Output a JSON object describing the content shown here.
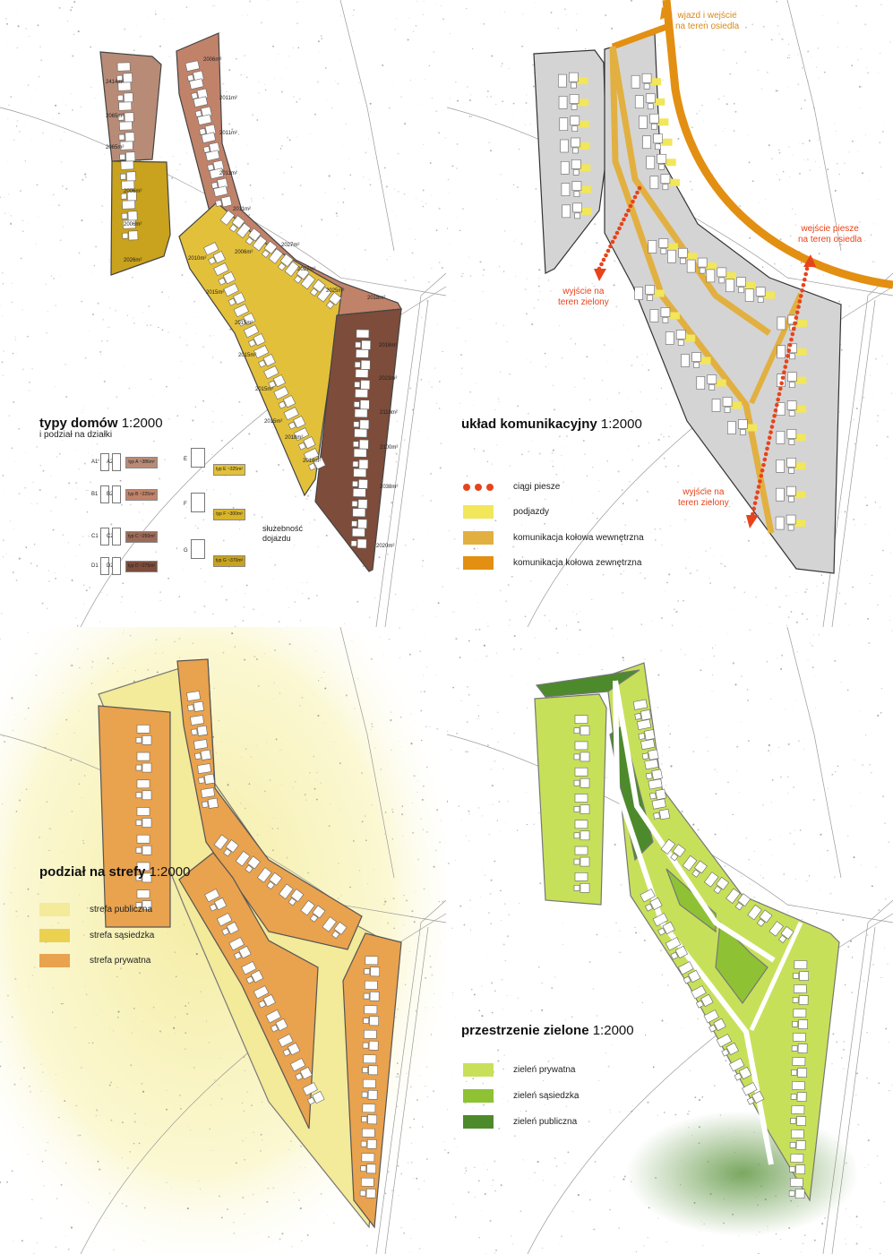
{
  "panels": {
    "p1": {
      "title": "typy domów",
      "scale": "1:2000",
      "subtitle": "i podział na działki",
      "types": [
        {
          "codes": [
            "A1",
            "A2"
          ],
          "label": "typ A ~386m²",
          "color": "#b88b76"
        },
        {
          "codes": [
            "B1",
            "B2"
          ],
          "label": "typ B ~225m²",
          "color": "#c1826a"
        },
        {
          "codes": [
            "C1",
            "C2"
          ],
          "label": "typ C ~250m²",
          "color": "#9e6a58"
        },
        {
          "codes": [
            "D1",
            "D2"
          ],
          "label": "typ D ~275m²",
          "color": "#7d4c3a"
        },
        {
          "codes": [
            "E"
          ],
          "label": "typ E ~325m²",
          "color": "#e3c03a"
        },
        {
          "codes": [
            "F"
          ],
          "label": "typ F ~300m²",
          "color": "#d9b52a"
        },
        {
          "codes": [
            "G"
          ],
          "label": "typ G ~370m²",
          "color": "#c9a21e"
        }
      ],
      "easement": "służebność\ndojazdu",
      "plot_areas": [
        "2414m²",
        "2065m²",
        "2065m²",
        "2006m²",
        "2006m²",
        "2026m²",
        "2006m²",
        "2011m²",
        "2011m²",
        "2011m²",
        "2011m²",
        "2006m²",
        "2027m²",
        "2027m²",
        "2025m²",
        "2010m²",
        "2015m²",
        "2015m²",
        "2015m²",
        "2015m²",
        "2015m²",
        "2018m²",
        "2018m²",
        "2018m²",
        "2018m²",
        "2023m²",
        "2110m²",
        "2100m²",
        "2038m²",
        "2020m²"
      ]
    },
    "p2": {
      "title": "układ komunikacyjny",
      "scale": "1:2000",
      "annotations": {
        "entry": "wjazd i wejście\nna teren osiedla",
        "ped_entry": "wejście piesze\nna teren osiedla",
        "green_exit_1": "wyjście na\nteren zielony",
        "green_exit_2": "wyjście na\nteren zielony"
      },
      "legend": [
        {
          "label": "ciągi piesze",
          "kind": "dots",
          "color": "#e8431b"
        },
        {
          "label": "podjazdy",
          "color": "#f2e65a"
        },
        {
          "label": "komunikacja kołowa wewnętrzna",
          "color": "#e1b040"
        },
        {
          "label": "komunikacja kołowa zewnętrzna",
          "color": "#e28f12"
        }
      ],
      "colors": {
        "annotation_entry": "#d98a1a",
        "annotation_green": "#e8431b"
      }
    },
    "p3": {
      "title": "podział na strefy",
      "scale": "1:2000",
      "legend": [
        {
          "label": "strefa publiczna",
          "color": "#f3ea9a"
        },
        {
          "label": "strefa sąsiedzka",
          "color": "#ecd050"
        },
        {
          "label": "strefa prywatna",
          "color": "#e9a24e"
        }
      ]
    },
    "p4": {
      "title": "przestrzenie zielone",
      "scale": "1:2000",
      "legend": [
        {
          "label": "zieleń prywatna",
          "color": "#c7e05a"
        },
        {
          "label": "zieleń sąsiedzka",
          "color": "#8ec234"
        },
        {
          "label": "zieleń publiczna",
          "color": "#4d8a2c"
        }
      ]
    }
  }
}
